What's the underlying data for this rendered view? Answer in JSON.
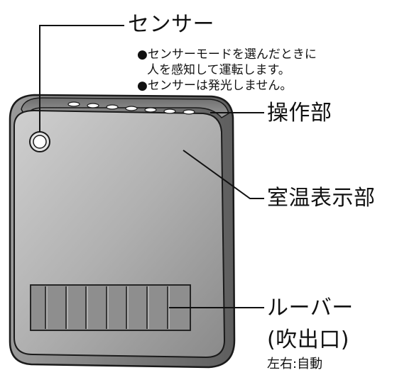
{
  "labels": {
    "sensor": "センサー",
    "sensor_note_1": "●センサーモードを選んだときに",
    "sensor_note_2": "人を感知して運転します。",
    "sensor_note_3": "●センサーは発光しません。",
    "controls": "操作部",
    "room_temp_display": "室温表示部",
    "louver": "ルーバー",
    "louver_sub": "(吹出口)",
    "louver_note": "左右:自動"
  },
  "colors": {
    "body_light": "#c9c9c9",
    "body_dark": "#7f7f7f",
    "outline": "#1a1a1a",
    "louver_fill": "#8c8c8c"
  }
}
